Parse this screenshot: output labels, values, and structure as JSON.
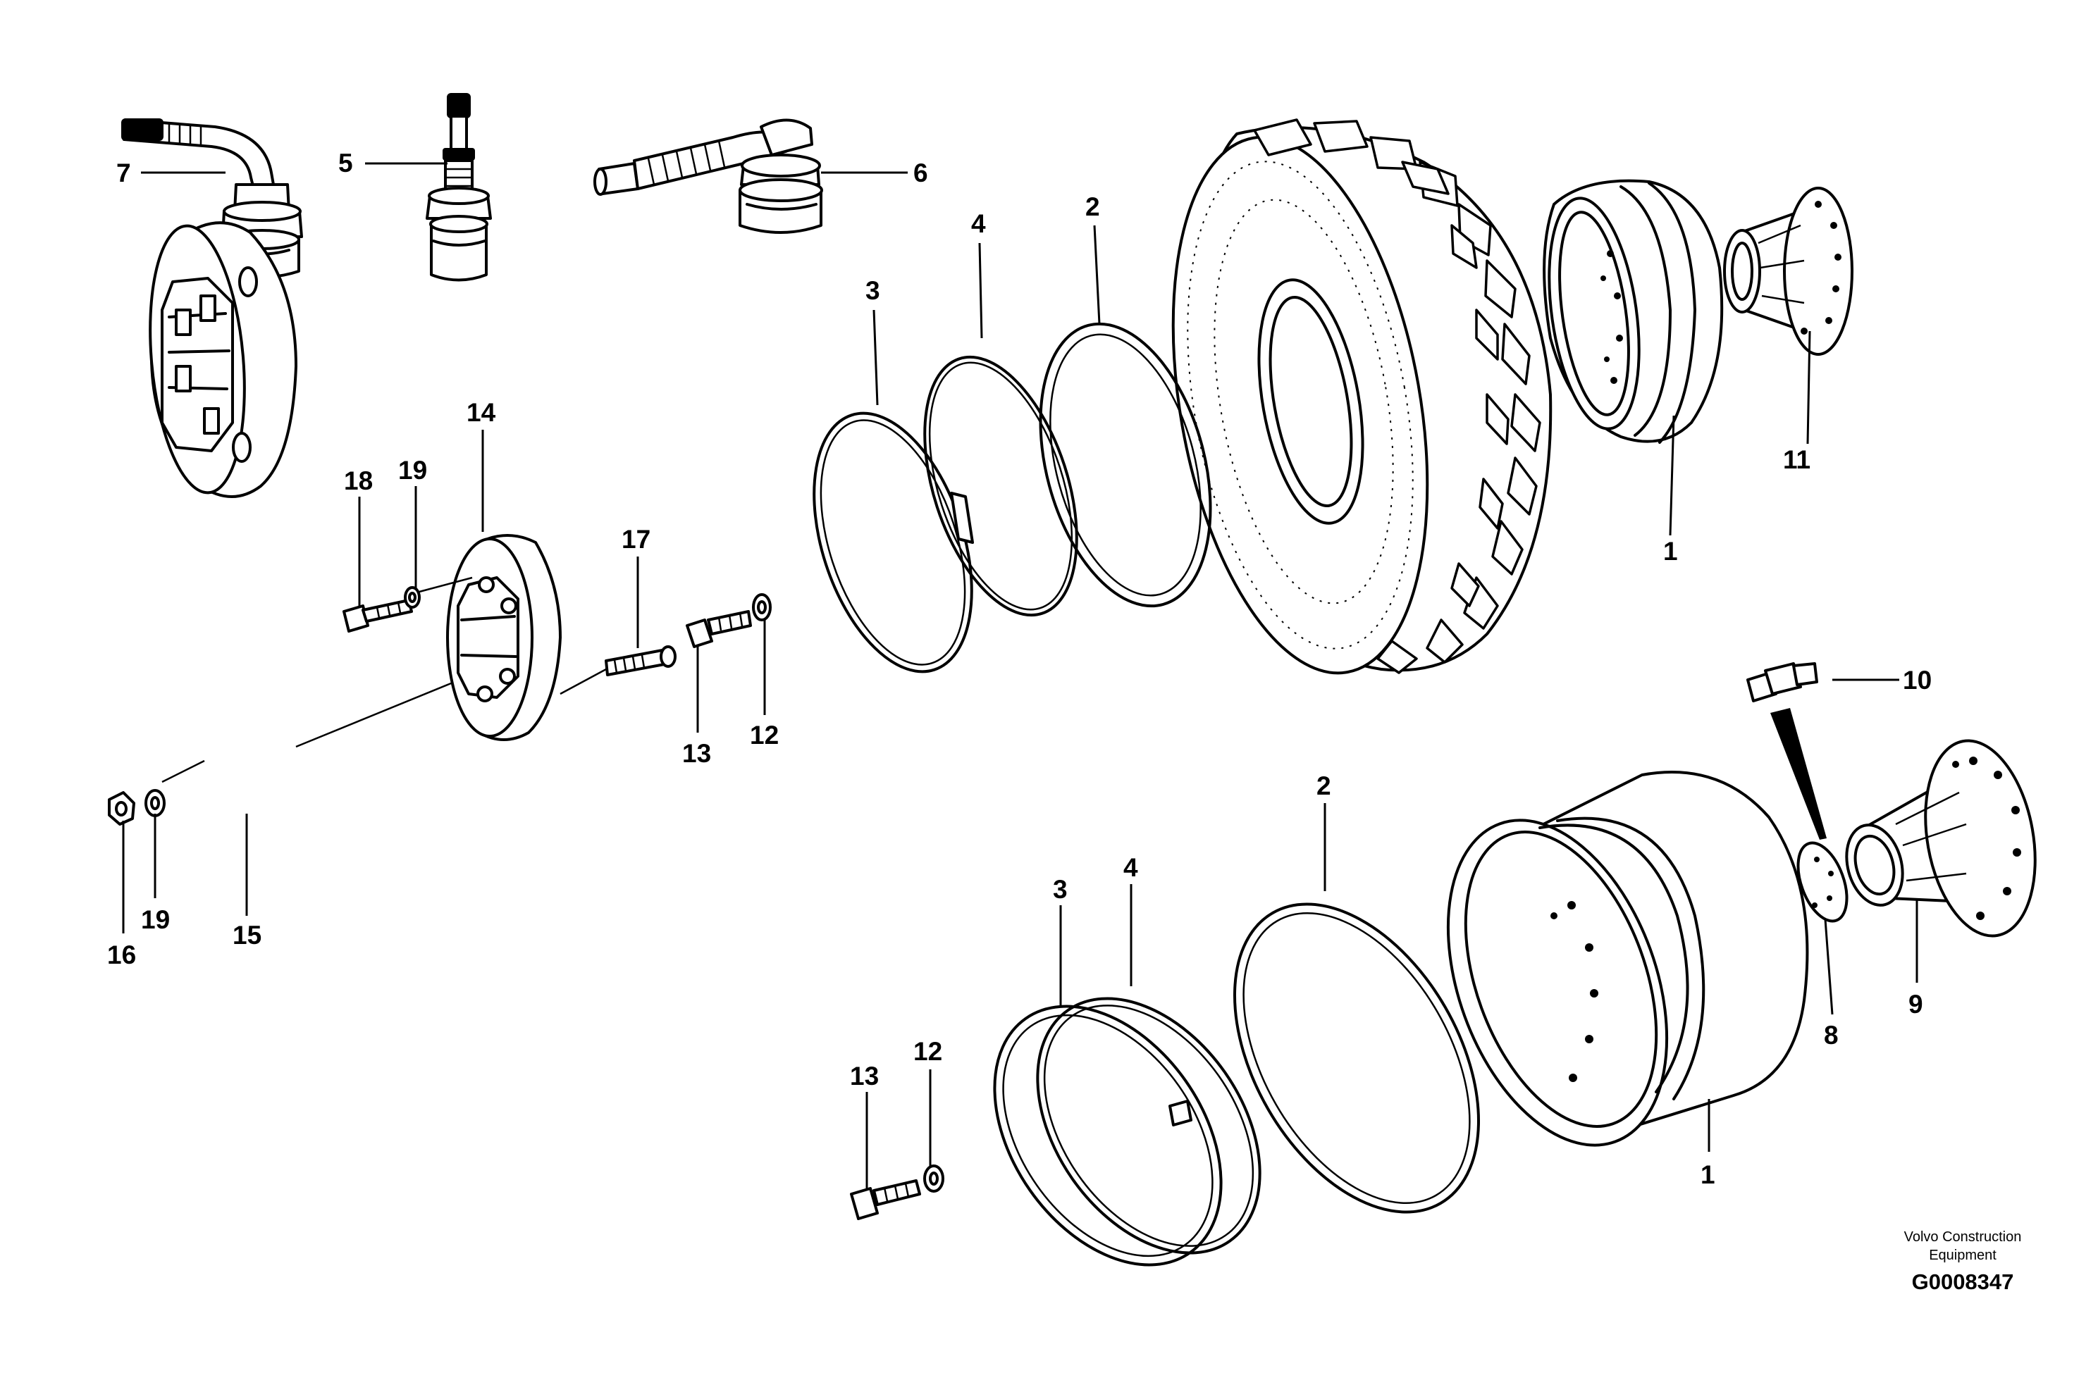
{
  "diagram": {
    "callouts": {
      "c7": "7",
      "c5": "5",
      "c6": "6",
      "c3a": "3",
      "c4a": "4",
      "c2a": "2",
      "c11": "11",
      "c1a": "1",
      "c14": "14",
      "c18": "18",
      "c19a": "19",
      "c17": "17",
      "c13a": "13",
      "c12a": "12",
      "c15": "15",
      "c16": "16",
      "c19b": "19",
      "c10": "10",
      "c2b": "2",
      "c3b": "3",
      "c4b": "4",
      "c8": "8",
      "c9": "9",
      "c1b": "1",
      "c13b": "13",
      "c12b": "12"
    },
    "credit": {
      "line1": "Volvo Construction",
      "line2": "Equipment",
      "figure_id": "G0008347"
    }
  }
}
